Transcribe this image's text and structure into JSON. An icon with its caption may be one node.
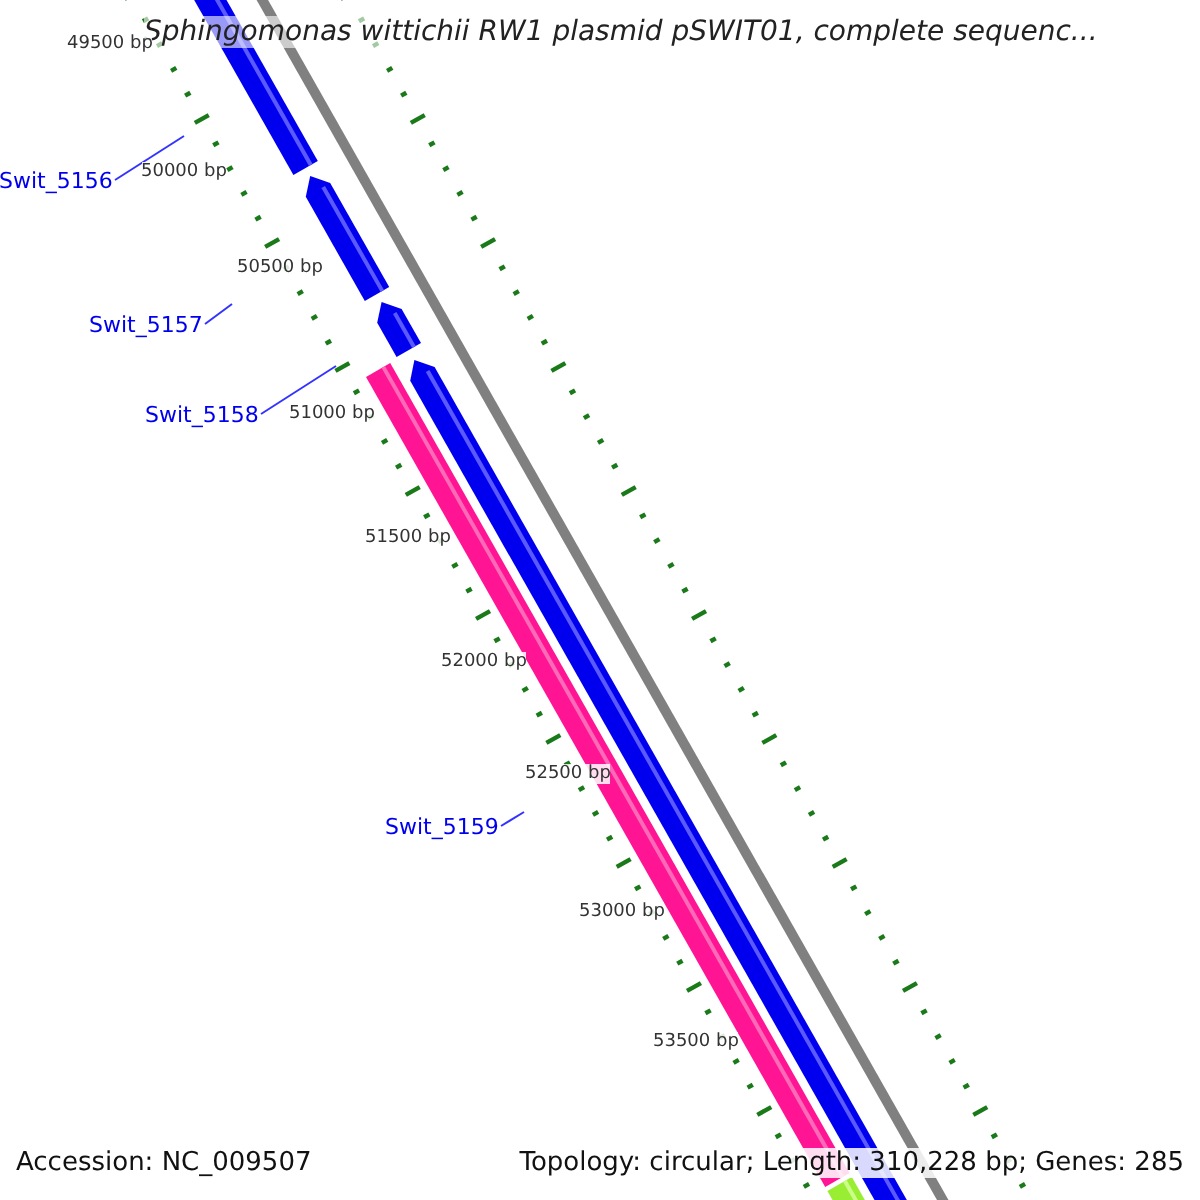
{
  "diagram": {
    "title": "Sphingomonas wittichii RW1 plasmid pSWIT01, complete sequenc...",
    "nodes": [
      {
        "text": [
          "Swit_5156"
        ]
      },
      {
        "text": [
          "Swit_5157"
        ]
      },
      {
        "text": [
          "Swit_5158"
        ]
      },
      {
        "text": [
          "Swit_5159"
        ]
      }
    ],
    "edges": [
      {
        "from": 0,
        "to": null,
        "arrow": "none"
      },
      {
        "from": 1,
        "to": null,
        "arrow": "none"
      },
      {
        "from": 2,
        "to": null,
        "arrow": "none"
      },
      {
        "from": 3,
        "to": null,
        "arrow": "none"
      }
    ],
    "labels": [
      "49500 bp",
      "50000 bp",
      "50500 bp",
      "51000 bp",
      "51500 bp",
      "52000 bp",
      "52500 bp",
      "53000 bp",
      "53500 bp",
      "Accession: NC_009507",
      "Topology: circular; Length: 310,228 bp; Genes: 285"
    ]
  }
}
